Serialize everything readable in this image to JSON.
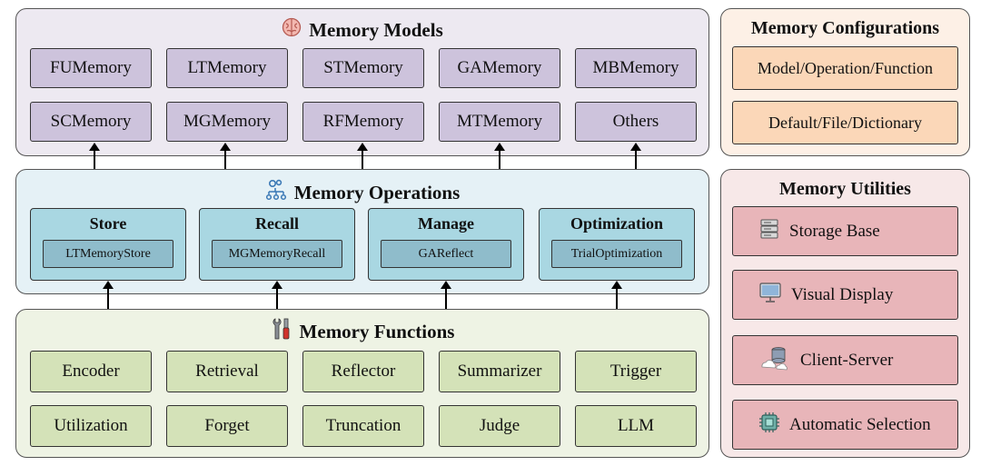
{
  "colors": {
    "models_panel_bg": "#ede9f1",
    "model_box": "#cdc3dc",
    "operations_panel_bg": "#e5f1f6",
    "operation_box": "#a9d7e2",
    "functions_panel_bg": "#eef3e4",
    "function_box": "#d4e2b8",
    "config_panel_bg": "#fdf0e6",
    "config_box": "#fbd7b8",
    "utilities_panel_bg": "#f7e8e8",
    "utility_box": "#e8b5b9"
  },
  "models": {
    "title": "Memory Models",
    "icon": "brain-icon",
    "items": [
      "FUMemory",
      "LTMemory",
      "STMemory",
      "GAMemory",
      "MBMemory",
      "SCMemory",
      "MGMemory",
      "RFMemory",
      "MTMemory",
      "Others"
    ]
  },
  "operations": {
    "title": "Memory Operations",
    "icon": "hierarchy-icon",
    "items": [
      {
        "title": "Store",
        "example": "LTMemoryStore"
      },
      {
        "title": "Recall",
        "example": "MGMemoryRecall"
      },
      {
        "title": "Manage",
        "example": "GAReflect"
      },
      {
        "title": "Optimization",
        "example": "TrialOptimization"
      }
    ]
  },
  "functions": {
    "title": "Memory Functions",
    "icon": "tools-icon",
    "items": [
      "Encoder",
      "Retrieval",
      "Reflector",
      "Summarizer",
      "Trigger",
      "Utilization",
      "Forget",
      "Truncation",
      "Judge",
      "LLM"
    ]
  },
  "configurations": {
    "title": "Memory Configurations",
    "items": [
      "Model/Operation/Function",
      "Default/File/Dictionary"
    ]
  },
  "utilities": {
    "title": "Memory Utilities",
    "items": [
      {
        "label": "Storage Base",
        "icon": "server-icon"
      },
      {
        "label": "Visual Display",
        "icon": "monitor-icon"
      },
      {
        "label": "Client-Server",
        "icon": "cloud-database-icon"
      },
      {
        "label": "Automatic Selection",
        "icon": "chip-icon"
      }
    ]
  }
}
